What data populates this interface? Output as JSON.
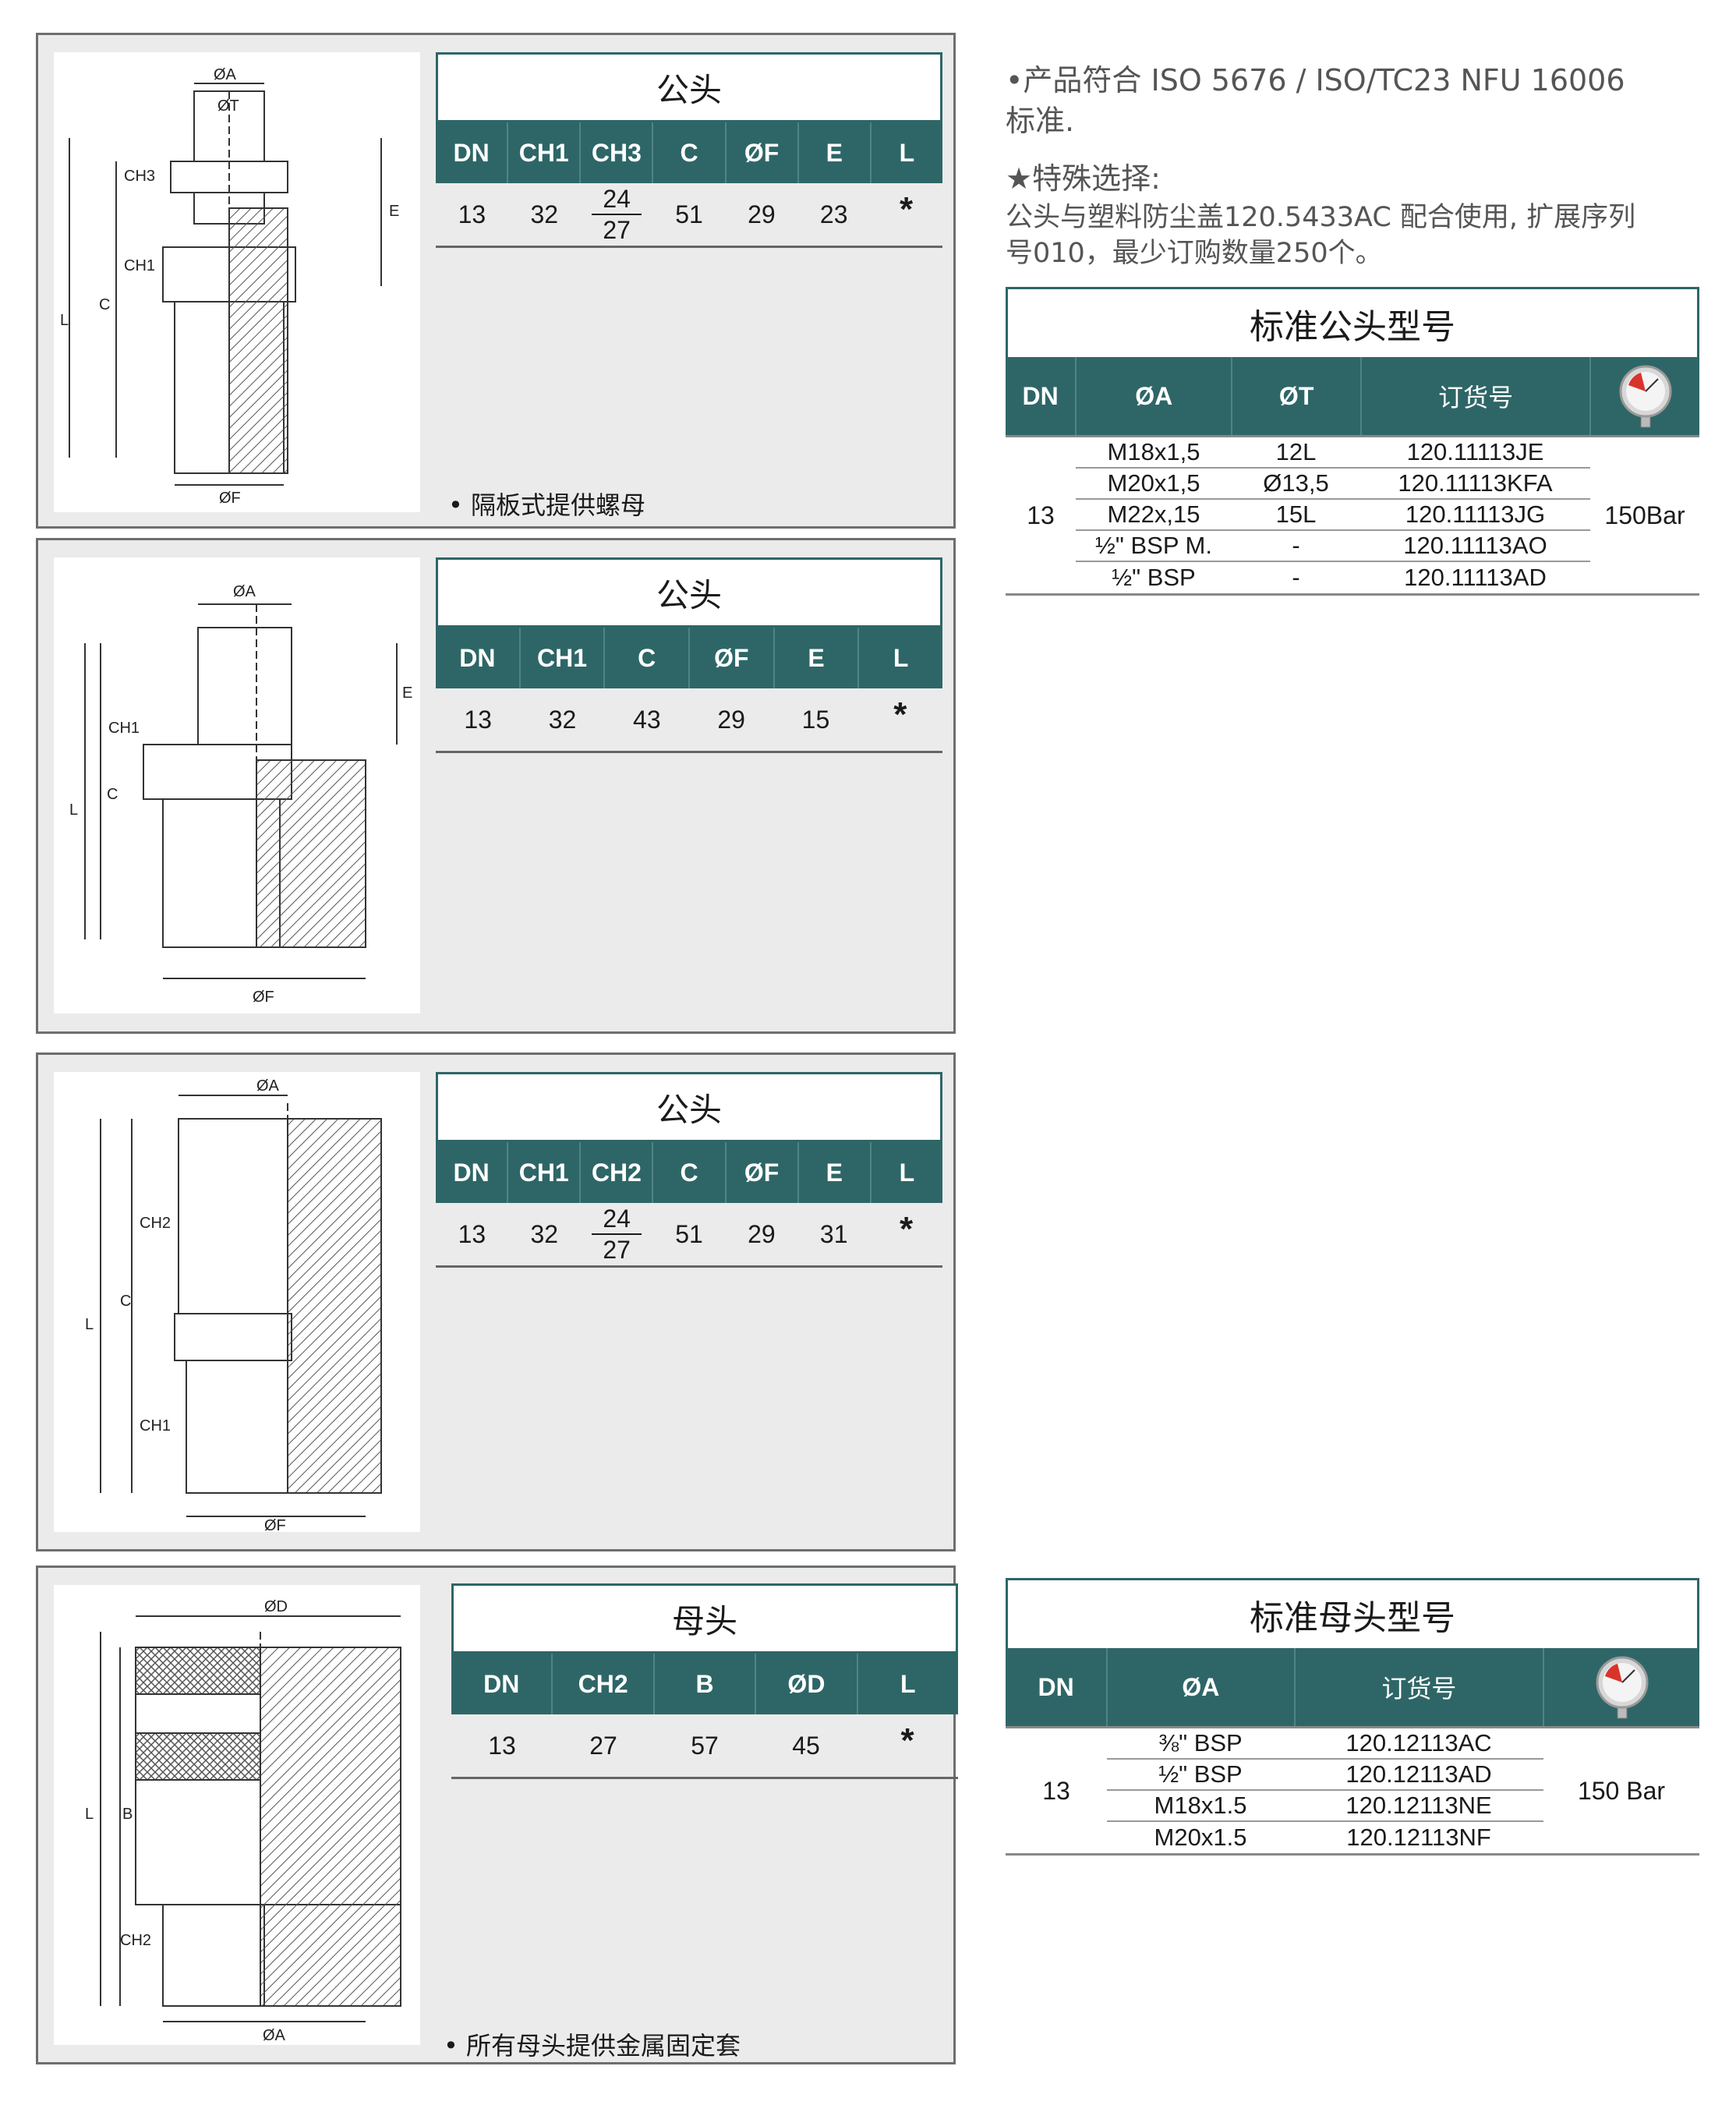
{
  "panels": [
    {
      "title": "公头",
      "headers": [
        "DN",
        "CH1",
        "CH3",
        "C",
        "ØF",
        "E",
        "L"
      ],
      "row": {
        "dn": "13",
        "ch1": "32",
        "ch_num": "24",
        "ch_den": "27",
        "c": "51",
        "f": "29",
        "e": "23",
        "l": "*"
      },
      "note": "• 隔板式提供螺母",
      "drawing_labels": [
        "ØA",
        "ØT",
        "CH3",
        "CH1",
        "C",
        "L",
        "E",
        "ØF"
      ]
    },
    {
      "title": "公头",
      "headers": [
        "DN",
        "CH1",
        "C",
        "ØF",
        "E",
        "L"
      ],
      "row": {
        "dn": "13",
        "ch1": "32",
        "c": "43",
        "f": "29",
        "e": "15",
        "l": "*"
      },
      "drawing_labels": [
        "ØA",
        "CH1",
        "C",
        "L",
        "E",
        "ØF"
      ]
    },
    {
      "title": "公头",
      "headers": [
        "DN",
        "CH1",
        "CH2",
        "C",
        "ØF",
        "E",
        "L"
      ],
      "row": {
        "dn": "13",
        "ch1": "32",
        "ch_num": "24",
        "ch_den": "27",
        "c": "51",
        "f": "29",
        "e": "31",
        "l": "*"
      },
      "drawing_labels": [
        "ØA",
        "CH2",
        "C",
        "L",
        "CH1",
        "ØF"
      ]
    },
    {
      "title": "母头",
      "headers": [
        "DN",
        "CH2",
        "B",
        "ØD",
        "L"
      ],
      "row": {
        "dn": "13",
        "ch2": "27",
        "b": "57",
        "d": "45",
        "l": "*"
      },
      "note": "• 所有母头提供金属固定套",
      "drawing_labels": [
        "ØD",
        "L",
        "B",
        "CH2",
        "ØA"
      ]
    }
  ],
  "intro": {
    "line1": "•产品符合  ISO 5676 / ISO/TC23 NFU 16006",
    "line2": "标准.",
    "option_title": "★特殊选择:",
    "option_line1": "公头与塑料防尘盖120.5433AC 配合使用, 扩展序列",
    "option_line2": "号010，最少订购数量250个。"
  },
  "male_table": {
    "title": "标准公头型号",
    "headers": [
      "DN",
      "ØA",
      "ØT",
      "订货号"
    ],
    "dn": "13",
    "pressure": "150Bar",
    "rows": [
      {
        "a": "M18x1,5",
        "t": "12L",
        "code": "120.11113JE"
      },
      {
        "a": "M20x1,5",
        "t": "Ø13,5",
        "code": "120.11113KFA"
      },
      {
        "a": "M22x,15",
        "t": "15L",
        "code": "120.11113JG"
      },
      {
        "a": "½\" BSP M.",
        "t": "-",
        "code": "120.11113AO"
      },
      {
        "a": "½\" BSP",
        "t": "-",
        "code": "120.11113AD"
      }
    ]
  },
  "female_table": {
    "title": "标准母头型号",
    "headers": [
      "DN",
      "ØA",
      "订货号"
    ],
    "dn": "13",
    "pressure": "150 Bar",
    "rows": [
      {
        "a": "⅜\" BSP",
        "code": "120.12113AC"
      },
      {
        "a": "½\" BSP",
        "code": "120.12113AD"
      },
      {
        "a": "M18x1.5",
        "code": "120.12113NE"
      },
      {
        "a": "M20x1.5",
        "code": "120.12113NF"
      }
    ]
  },
  "colors": {
    "header_bg": "#2e6667",
    "panel_bg": "#ebebeb",
    "gauge_red": "#d9342b"
  },
  "icons": [
    "pressure-gauge-icon"
  ]
}
